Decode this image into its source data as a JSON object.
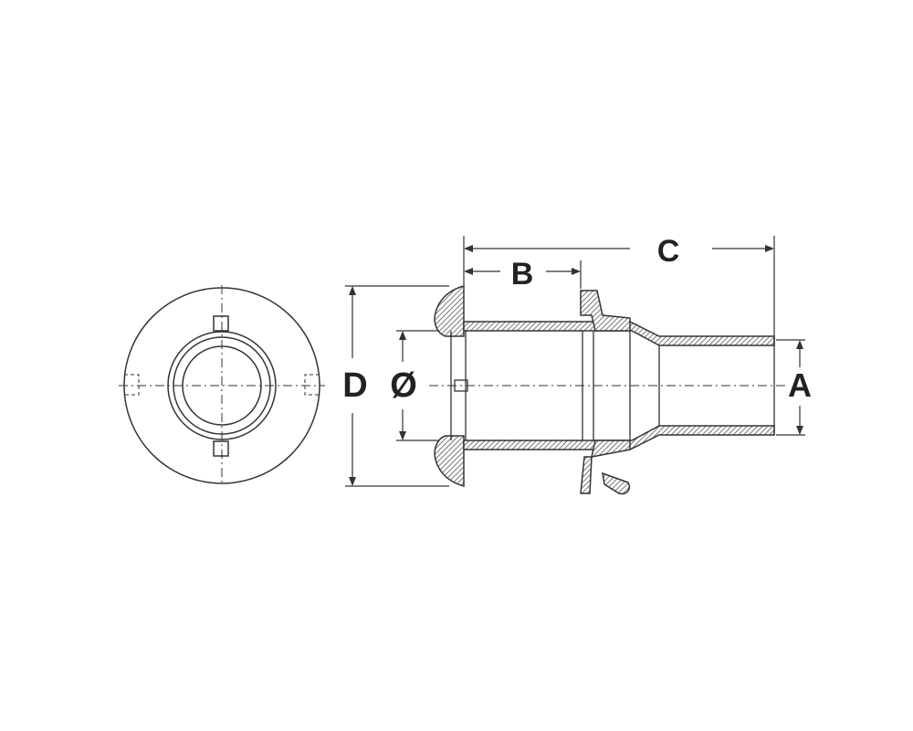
{
  "diagram": {
    "labels": {
      "c": "C",
      "b": "B",
      "d": "D",
      "dia": "Ø",
      "a": "A"
    },
    "colors": {
      "line": "#333333",
      "hatch": "#555555",
      "background": "#ffffff"
    }
  }
}
